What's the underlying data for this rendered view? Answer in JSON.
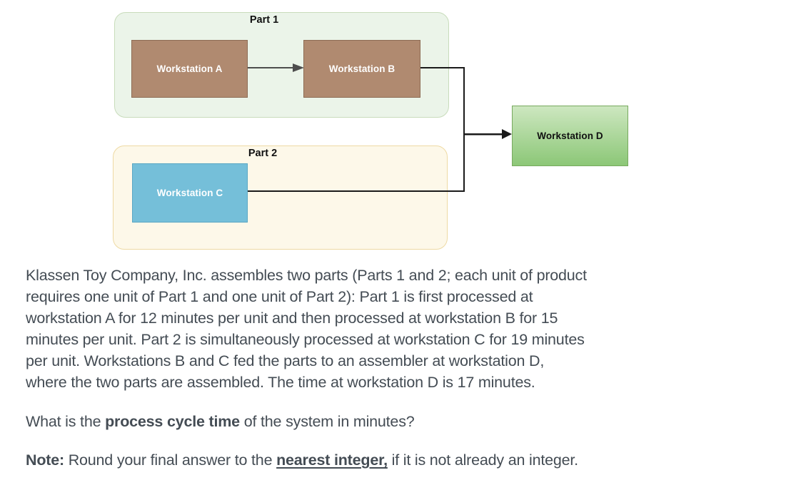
{
  "diagram": {
    "part1": {
      "label": "Part 1",
      "fill": "#ebf4e9",
      "border": "#c8dcbb"
    },
    "part2": {
      "label": "Part 2",
      "fill": "#fdf8e9",
      "border": "#eedaa4"
    },
    "workstation_a": {
      "label": "Workstation A",
      "fill": "#b08a70",
      "border": "#8d6c54",
      "text_color": "#ffffff"
    },
    "workstation_b": {
      "label": "Workstation B",
      "fill": "#b08a70",
      "border": "#8d6c54",
      "text_color": "#ffffff"
    },
    "workstation_c": {
      "label": "Workstation C",
      "fill": "#75bfd9",
      "border": "#5aa7c4",
      "text_color": "#ffffff"
    },
    "workstation_d": {
      "label": "Workstation D",
      "fill": "linear-gradient(180deg,#cde7c0 0%,#8cc777 100%)",
      "border": "#77a95e",
      "text_color": "#111111"
    },
    "connector_color": "#1a1a1a",
    "ab_arrow_color": "#4d4d4d"
  },
  "body": {
    "text_color": "#444c54",
    "paragraph_lines": [
      "Klassen Toy Company, Inc. assembles two parts (Parts 1 and 2; each unit of product",
      "requires one unit of Part 1 and one unit of Part 2): Part 1 is first processed at",
      "workstation A for 12 minutes per unit and then processed at workstation B for 15",
      "minutes per unit. Part 2 is simultaneously processed at workstation C for 19 minutes",
      "per unit. Workstations B and C fed the parts to an assembler at workstation D,",
      "where the two parts are assembled. The time at workstation D is 17 minutes."
    ],
    "question_segments": [
      {
        "text": "What is the "
      },
      {
        "text": "process cycle time",
        "bold": true
      },
      {
        "text": " of the system in minutes?"
      }
    ],
    "note_segments": [
      {
        "text": "Note:",
        "bold": true
      },
      {
        "text": " Round your final answer to the "
      },
      {
        "text": "nearest integer,",
        "bold": true,
        "underline": true
      },
      {
        "text": " if it is not already an integer."
      }
    ]
  }
}
